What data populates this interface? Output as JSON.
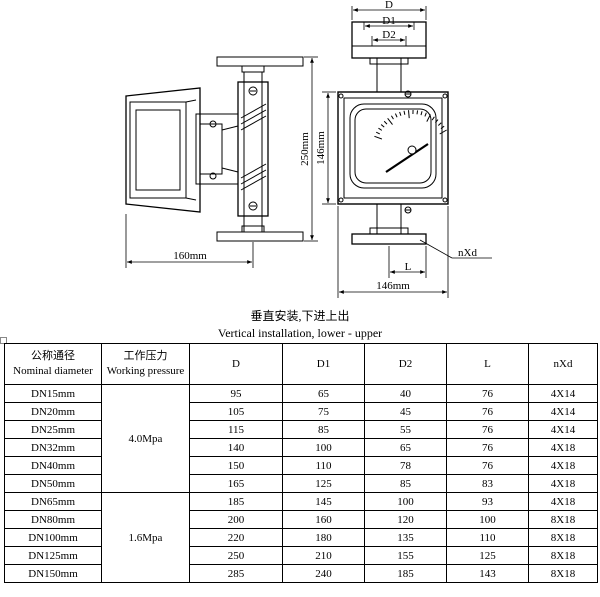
{
  "drawing": {
    "labels": {
      "d": "D",
      "d1": "D1",
      "d2": "D2",
      "h250": "250mm",
      "h146": "146mm",
      "w160": "160mm",
      "w146": "146mm",
      "l": "L",
      "nxd": "nXd"
    }
  },
  "caption": {
    "cn": "垂直安装,下进上出",
    "en": "Vertical installation, lower - upper"
  },
  "table": {
    "headers": {
      "nominal_cn": "公称通径",
      "nominal_en": "Nominal diameter",
      "pressure_cn": "工作压力",
      "pressure_en": "Working pressure",
      "d": "D",
      "d1": "D1",
      "d2": "D2",
      "l": "L",
      "nxd": "nXd"
    },
    "pressure_groups": [
      "4.0Mpa",
      "1.6Mpa"
    ],
    "rows": [
      {
        "dn": "DN15mm",
        "d": "95",
        "d1": "65",
        "d2": "40",
        "l": "76",
        "nxd": "4X14"
      },
      {
        "dn": "DN20mm",
        "d": "105",
        "d1": "75",
        "d2": "45",
        "l": "76",
        "nxd": "4X14"
      },
      {
        "dn": "DN25mm",
        "d": "115",
        "d1": "85",
        "d2": "55",
        "l": "76",
        "nxd": "4X14"
      },
      {
        "dn": "DN32mm",
        "d": "140",
        "d1": "100",
        "d2": "65",
        "l": "76",
        "nxd": "4X18"
      },
      {
        "dn": "DN40mm",
        "d": "150",
        "d1": "110",
        "d2": "78",
        "l": "76",
        "nxd": "4X18"
      },
      {
        "dn": "DN50mm",
        "d": "165",
        "d1": "125",
        "d2": "85",
        "l": "83",
        "nxd": "4X18"
      },
      {
        "dn": "DN65mm",
        "d": "185",
        "d1": "145",
        "d2": "100",
        "l": "93",
        "nxd": "4X18"
      },
      {
        "dn": "DN80mm",
        "d": "200",
        "d1": "160",
        "d2": "120",
        "l": "100",
        "nxd": "8X18"
      },
      {
        "dn": "DN100mm",
        "d": "220",
        "d1": "180",
        "d2": "135",
        "l": "110",
        "nxd": "8X18"
      },
      {
        "dn": "DN125mm",
        "d": "250",
        "d1": "210",
        "d2": "155",
        "l": "125",
        "nxd": "8X18"
      },
      {
        "dn": "DN150mm",
        "d": "285",
        "d1": "240",
        "d2": "185",
        "l": "143",
        "nxd": "8X18"
      }
    ]
  }
}
